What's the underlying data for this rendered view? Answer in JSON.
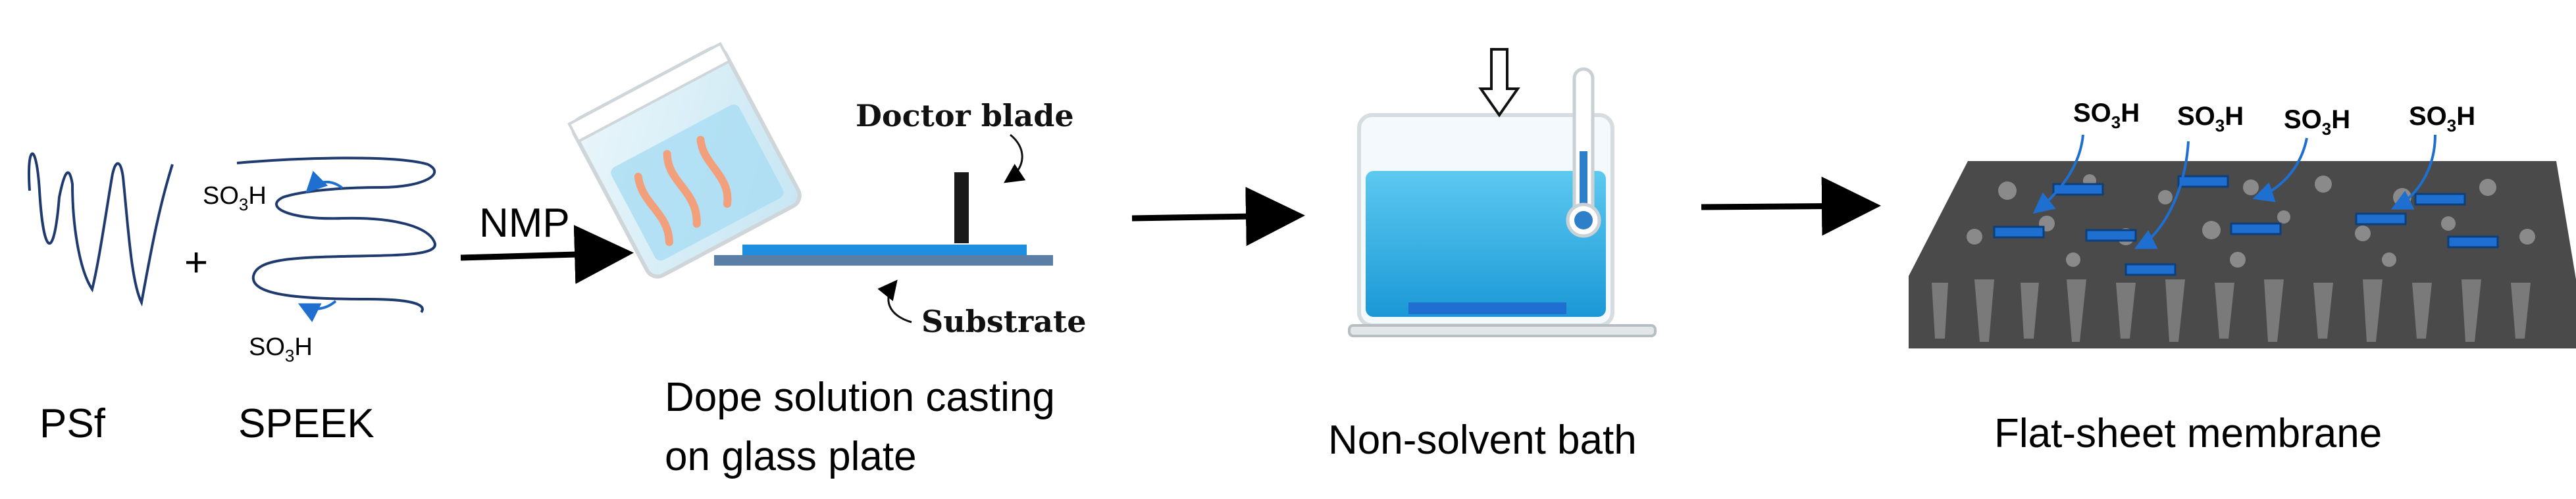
{
  "labels": {
    "psf": "PSf",
    "speek": "SPEEK",
    "plus": "+",
    "nmp": "NMP",
    "so3h_base": "SO",
    "so3h_sub": "3",
    "so3h_tail": "H",
    "doctor_blade": "Doctor blade",
    "substrate": "Substrate",
    "step_casting_line1": "Dope solution casting",
    "step_casting_line2": "on glass plate",
    "step_bath": "Non-solvent bath",
    "step_membrane": "Flat-sheet membrane"
  },
  "colors": {
    "polymer_chain": "#1f3a6e",
    "water": "#3fb8e8",
    "blue_bar": "#1e6fd0",
    "membrane": "#4a4a4a",
    "pore": "#8a8a8a",
    "substrate": "#5b8fc7",
    "arrow": "#000000"
  }
}
